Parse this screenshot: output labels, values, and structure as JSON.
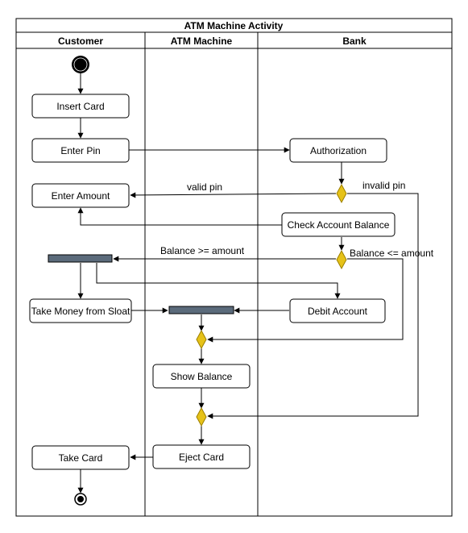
{
  "diagram": {
    "title": "ATM Machine Activity",
    "lanes": [
      "Customer",
      "ATM Machine",
      "Bank"
    ],
    "actions": {
      "insert_card": "Insert Card",
      "enter_pin": "Enter Pin",
      "authorization": "Authorization",
      "enter_amount": "Enter Amount",
      "check_account_balance": "Check Account Balance",
      "take_money": "Take Money from Sloat",
      "debit_account": "Debit Account",
      "show_balance": "Show Balance",
      "eject_card": "Eject Card",
      "take_card": "Take Card"
    },
    "guards": {
      "valid_pin": "valid pin",
      "invalid_pin": "invalid pin",
      "balance_ge": "Balance >= amount",
      "balance_le": "Balance <= amount"
    }
  }
}
